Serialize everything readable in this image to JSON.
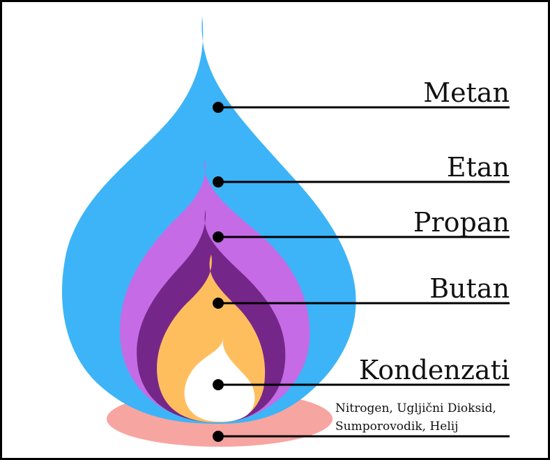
{
  "colors": {
    "metan": "#3db4f7",
    "etan": "#c56be5",
    "propan": "#752789",
    "butan": "#ffbe5e",
    "kondenzati": "#ffffff",
    "base": "#f7a5a1",
    "line": "#000000",
    "border": "#000000"
  },
  "labels": {
    "metan": "Metan",
    "etan": "Etan",
    "propan": "Propan",
    "butan": "Butan",
    "kondenzati": "Kondenzati",
    "other_line1": "Nitrogen, Ugljični Dioksid,",
    "other_line2": "Sumporovodik, Helij"
  }
}
